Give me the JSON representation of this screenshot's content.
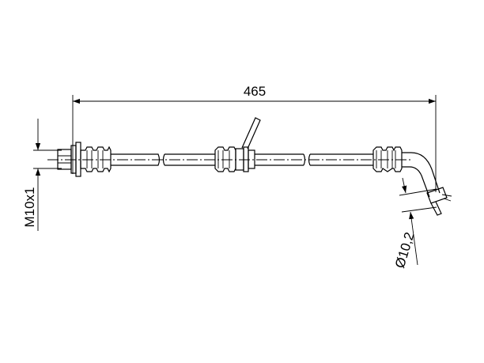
{
  "dimensions": {
    "overall_length": "465",
    "thread": "M10x1",
    "diameter": "Ø10,2"
  }
}
